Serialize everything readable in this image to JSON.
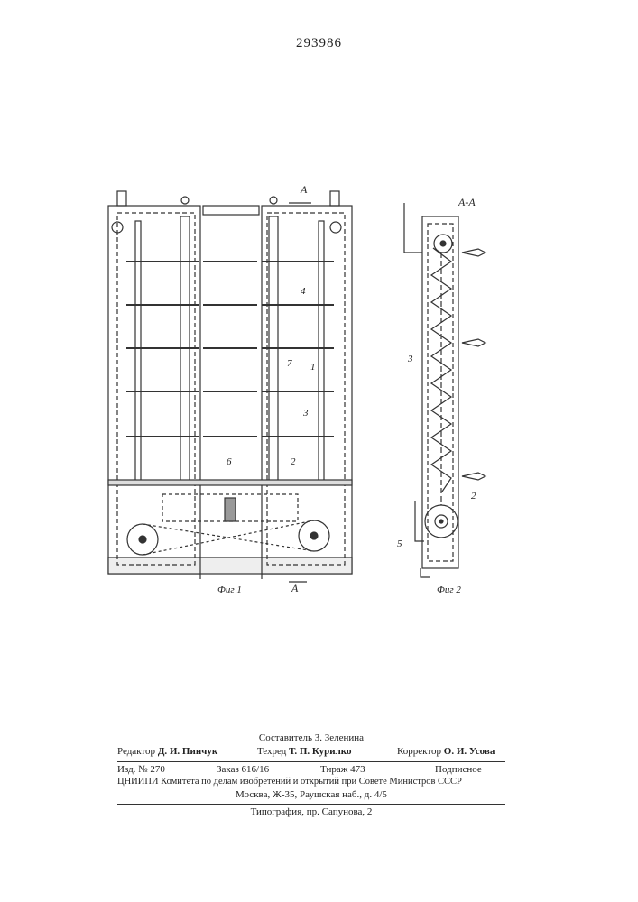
{
  "patent_number": "293986",
  "fig1": {
    "section_letter_top": "A",
    "section_letter_bottom": "A",
    "labels": [
      "4",
      "7",
      "1",
      "3",
      "6",
      "2"
    ],
    "caption": "Фиг 1"
  },
  "fig2": {
    "section_title": "А-А",
    "labels": [
      "3",
      "2",
      "5"
    ],
    "caption": "Фиг 2"
  },
  "imprint": {
    "compiler": "Составитель З. Зеленина",
    "editor_role": "Редактор",
    "editor_name": "Д. И. Пинчук",
    "techred_role": "Техред",
    "techred_name": "Т. П. Курилко",
    "corrector_role": "Корректор",
    "corrector_name": "О. И. Усова",
    "izd": "Изд. № 270",
    "order": "Заказ 616/16",
    "tirazh": "Тираж 473",
    "subscription": "Подписное",
    "org": "ЦНИИПИ Комитета по делам изобретений и открытий при Совете Министров СССР",
    "address": "Москва, Ж-35, Раушская наб., д. 4/5",
    "printer": "Типография, пр. Сапунова, 2"
  }
}
